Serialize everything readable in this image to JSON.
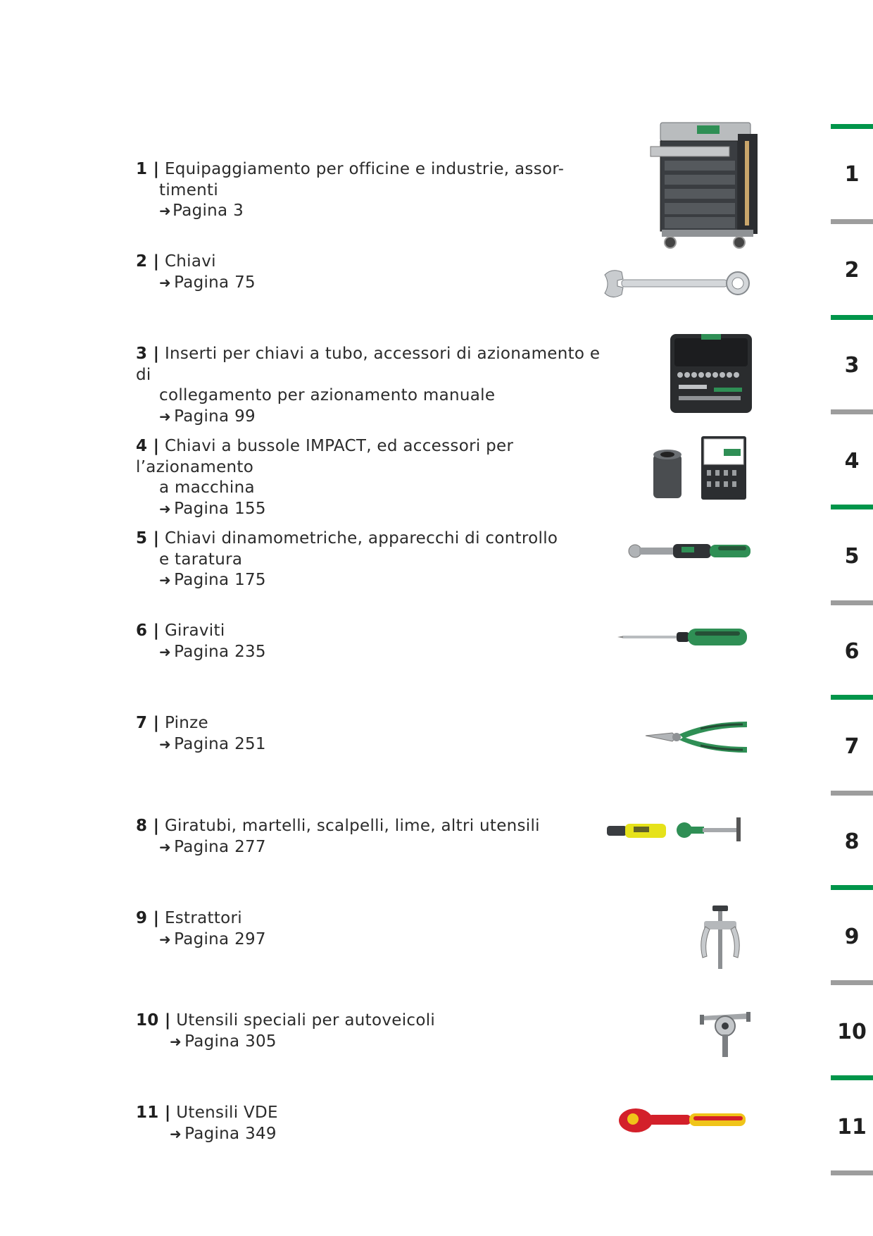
{
  "entries": [
    {
      "num": "1 |",
      "title": "Equipaggiamento per officine e industrie, assor-",
      "title2": "timenti",
      "page": "Pagina 3"
    },
    {
      "num": "2 |",
      "title": "Chiavi",
      "title2": "",
      "page": "Pagina 75"
    },
    {
      "num": "3 |",
      "title": "Inserti per chiavi a tubo, accessori di azionamento e di",
      "title2": "collegamento per azionamento manuale",
      "page": "Pagina 99"
    },
    {
      "num": "4 |",
      "title": "Chiavi a bussole IMPACT, ed accessori per l’azionamento",
      "title2": "a macchina",
      "page": "Pagina 155"
    },
    {
      "num": "5 |",
      "title": "Chiavi dinamometriche, apparecchi di controllo",
      "title2": "e taratura",
      "page": "Pagina 175"
    },
    {
      "num": "6 |",
      "title": "Giraviti",
      "title2": "",
      "page": "Pagina 235"
    },
    {
      "num": "7 |",
      "title": "Pinze",
      "title2": "",
      "page": "Pagina 251"
    },
    {
      "num": "8 |",
      "title": "Giratubi, martelli, scalpelli, lime, altri utensili",
      "title2": "",
      "page": "Pagina 277"
    },
    {
      "num": "9 |",
      "title": "Estrattori",
      "title2": "",
      "page": "Pagina 297"
    },
    {
      "num": "10 |",
      "title": "Utensili speciali per autoveicoli",
      "title2": "",
      "page": "Pagina 305"
    },
    {
      "num": "11 |",
      "title": "Utensili VDE",
      "title2": "",
      "page": "Pagina 349"
    }
  ],
  "tabs": [
    "1",
    "2",
    "3",
    "4",
    "5",
    "6",
    "7",
    "8",
    "9",
    "10",
    "11"
  ],
  "arrow_glyph": "➜",
  "colors": {
    "accent_green": "#00954a",
    "divider_grey": "#9d9d9d",
    "text": "#2b2b2b"
  },
  "icons": [
    "tool-cabinet-icon",
    "combination-wrench-icon",
    "socket-set-case-icon",
    "impact-socket-icon",
    "torque-wrench-icon",
    "screwdriver-icon",
    "pliers-icon",
    "pipe-cutter-icon",
    "puller-icon",
    "oil-filter-wrench-icon",
    "vde-ratchet-icon"
  ]
}
